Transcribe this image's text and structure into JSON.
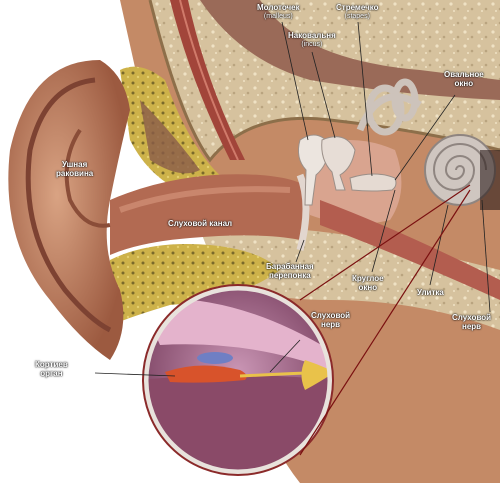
{
  "labels": {
    "auricle": "Ушная\nраковина",
    "ear_canal": "Слуховой канал",
    "malleus": "Молоточек",
    "malleus_latin": "(malleus)",
    "incus": "Наковальня",
    "incus_latin": "(incus)",
    "stapes": "Стремечко",
    "stapes_latin": "(stapes)",
    "oval_window": "Овальное\nокно",
    "eardrum": "Барабанная\nперепонка",
    "round_window": "Круглое\nокно",
    "cochlea": "Улитка",
    "auditory_nerve": "Слуховой\nнерв",
    "auditory_nerve_inset": "Слуховой\nнерв",
    "organ_of_corti": "Кортиев\nорган"
  },
  "colors": {
    "skin": "#c98f6e",
    "skin_dark": "#8a4f38",
    "bone": "#d9c7a6",
    "bone_spots": "#e8d9b8",
    "fat": "#d2b94a",
    "canal": "#b87158",
    "inset_border": "#8b2a2a",
    "inset_bg": "#a86c8a",
    "nerve": "#e9c24a",
    "organ": "#d8532b",
    "leader": "#7a1010"
  }
}
